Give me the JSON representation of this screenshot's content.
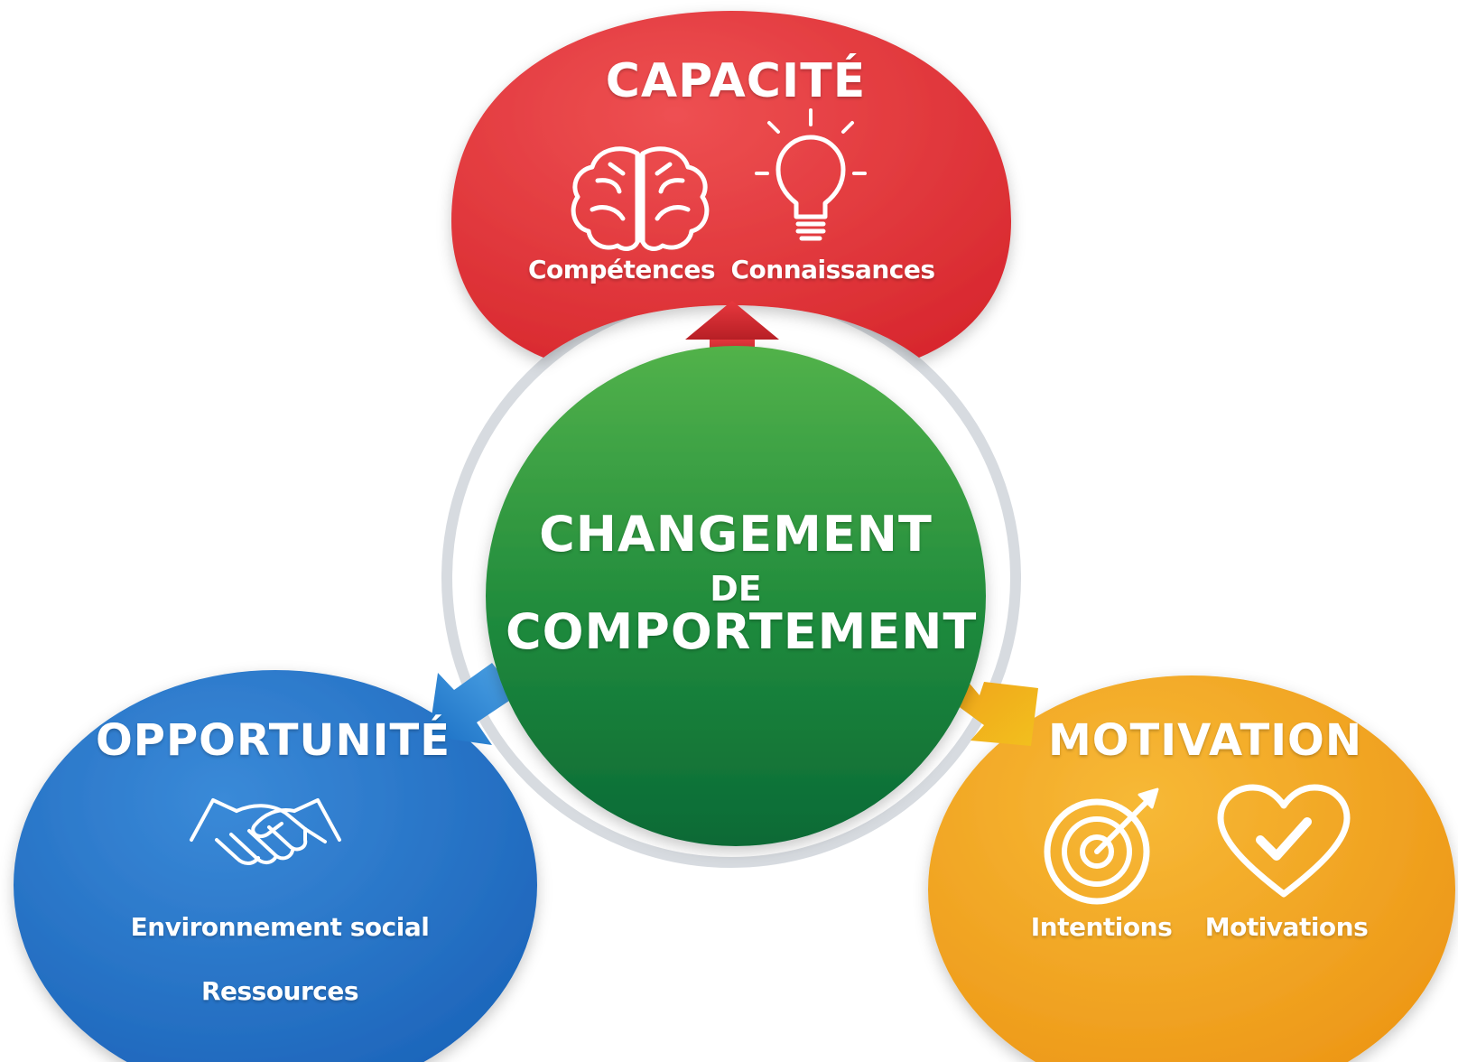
{
  "center": {
    "line1": "CHANGEMENT",
    "line2": "DE",
    "line3": "COMPORTEMENT",
    "color": "#1f8a3c"
  },
  "capacite": {
    "title": "CAPACITÉ",
    "items": [
      "Compétences",
      "Connaissances"
    ],
    "icons": [
      "brain-icon",
      "lightbulb-icon"
    ],
    "color": "#e23a3e"
  },
  "opportunite": {
    "title": "OPPORTUNITÉ",
    "items": [
      "Environnement social",
      "Ressources"
    ],
    "icons": [
      "handshake-icon"
    ],
    "color": "#1f6fc5"
  },
  "motivation": {
    "title": "MOTIVATION",
    "items": [
      "Intentions",
      "Motivations"
    ],
    "icons": [
      "target-icon",
      "heart-check-icon"
    ],
    "color": "#f2a21e"
  }
}
